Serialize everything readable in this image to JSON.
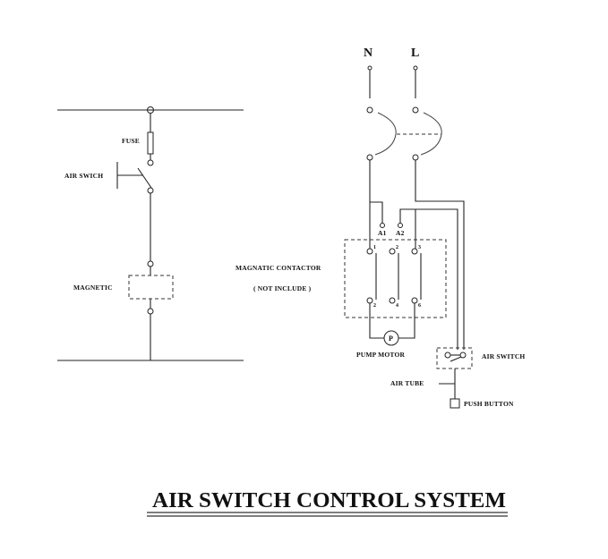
{
  "diagram": {
    "title": "AIR SWITCH CONTROL SYSTEM",
    "left_circuit": {
      "fuse_label": "FUSE",
      "air_switch_label": "AIR  SWICH",
      "magnetic_label": "MAGNETIC"
    },
    "right_circuit": {
      "neutral_label": "N",
      "line_label": "L",
      "coil_terminal_a1": "A1",
      "coil_terminal_a2": "A2",
      "contactor_label": "MAGNATIC CONTACTOR",
      "contactor_note": "( NOT INCLUDE )",
      "contact_numbers": [
        "1",
        "2",
        "3",
        "2",
        "4",
        "6"
      ],
      "motor_symbol": "P",
      "pump_motor_label": "PUMP MOTOR",
      "air_switch_label": "AIR SWITCH",
      "air_tube_label": "AIR TUBE",
      "push_button_label": "PUSH  BUTTON"
    },
    "colors": {
      "line": "#222222",
      "background": "#ffffff"
    }
  }
}
